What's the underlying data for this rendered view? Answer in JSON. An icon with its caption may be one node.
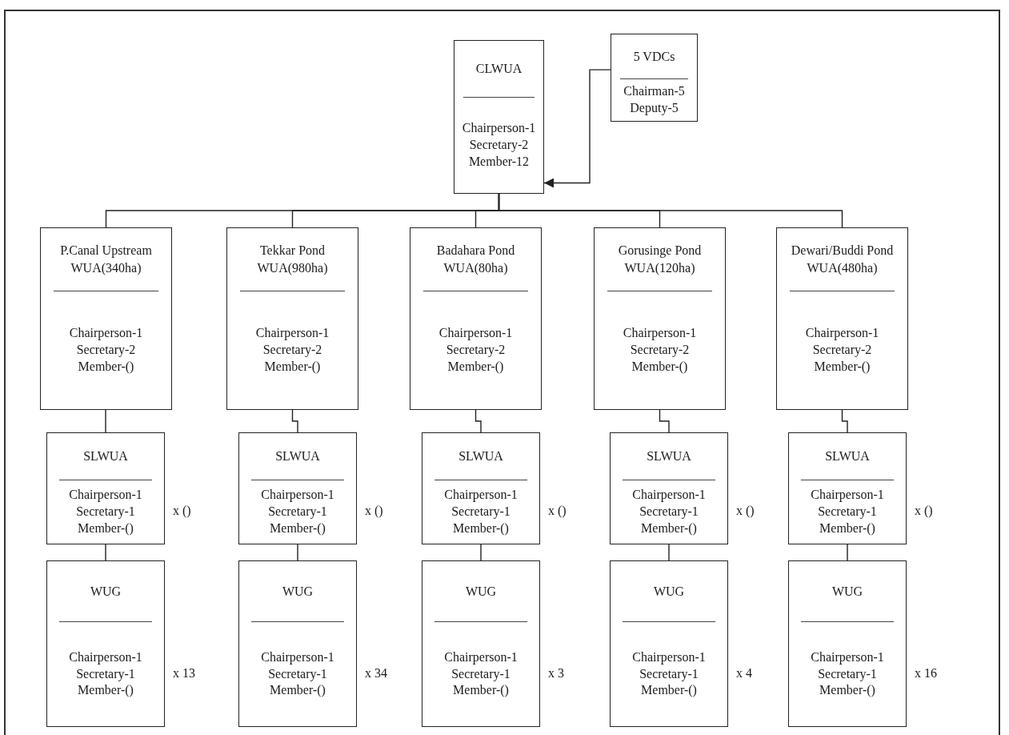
{
  "diagram": {
    "nodes": [
      {
        "text": [
          "CLWUA",
          "Chairperson-1 Secretary-2 Member-12"
        ]
      },
      {
        "text": [
          "5 VDCs",
          "Chairman-5 Deputy-5"
        ]
      },
      {
        "text": [
          "P.Canal Upstream WUA(340ha)",
          "Chairperson-1 Secretary-2 Member-()"
        ]
      },
      {
        "text": [
          "Tekkar Pond WUA(980ha)",
          "Chairperson-1 Secretary-2 Member-()"
        ]
      },
      {
        "text": [
          "Badahara Pond WUA(80ha)",
          "Chairperson-1 Secretary-2 Member-()"
        ]
      },
      {
        "text": [
          "Gorusinge Pond WUA(120ha)",
          "Chairperson-1 Secretary-2 Member-()"
        ]
      },
      {
        "text": [
          "Dewari/Buddi Pond WUA(480ha)",
          "Chairperson-1 Secretary-2 Member-()"
        ]
      },
      {
        "text": [
          "SLWUA",
          "Chairperson-1 Secretary-1 Member-()"
        ],
        "beside": [
          "x ()"
        ]
      },
      {
        "text": [
          "SLWUA",
          "Chairperson-1 Secretary-1 Member-()"
        ],
        "beside": [
          "x ()"
        ]
      },
      {
        "text": [
          "SLWUA",
          "Chairperson-1 Secretary-1 Member-()"
        ],
        "beside": [
          "x ()"
        ]
      },
      {
        "text": [
          "SLWUA",
          "Chairperson-1 Secretary-1 Member-()"
        ],
        "beside": [
          "x ()"
        ]
      },
      {
        "text": [
          "SLWUA",
          "Chairperson-1 Secretary-1 Member-()"
        ],
        "beside": [
          "x ()"
        ]
      },
      {
        "text": [
          "WUG",
          "Chairperson-1 Secretary-1 Member-()"
        ],
        "beside": [
          "x 13"
        ]
      },
      {
        "text": [
          "WUG",
          "Chairperson-1 Secretary-1 Member-()"
        ],
        "beside": [
          "x 34"
        ]
      },
      {
        "text": [
          "WUG",
          "Chairperson-1 Secretary-1 Member-()"
        ],
        "beside": [
          "x 3"
        ]
      },
      {
        "text": [
          "WUG",
          "Chairperson-1 Secretary-1 Member-()"
        ],
        "beside": [
          "x 4"
        ]
      },
      {
        "text": [
          "WUG",
          "Chairperson-1 Secretary-1 Member-()"
        ],
        "beside": [
          "x 16"
        ]
      }
    ],
    "edges": [
      {
        "from": 1,
        "to": 0,
        "arrow": "to"
      },
      {
        "from": 0,
        "to": 2,
        "arrow": "none"
      },
      {
        "from": 0,
        "to": 3,
        "arrow": "none"
      },
      {
        "from": 0,
        "to": 4,
        "arrow": "none"
      },
      {
        "from": 0,
        "to": 5,
        "arrow": "none"
      },
      {
        "from": 0,
        "to": 6,
        "arrow": "none"
      },
      {
        "from": 2,
        "to": 7,
        "arrow": "none"
      },
      {
        "from": 3,
        "to": 8,
        "arrow": "none"
      },
      {
        "from": 4,
        "to": 9,
        "arrow": "none"
      },
      {
        "from": 5,
        "to": 10,
        "arrow": "none"
      },
      {
        "from": 6,
        "to": 11,
        "arrow": "none"
      },
      {
        "from": 7,
        "to": 12,
        "arrow": "none"
      },
      {
        "from": 8,
        "to": 13,
        "arrow": "none"
      },
      {
        "from": 9,
        "to": 14,
        "arrow": "none"
      },
      {
        "from": 10,
        "to": 15,
        "arrow": "none"
      },
      {
        "from": 11,
        "to": 16,
        "arrow": "none"
      }
    ]
  }
}
